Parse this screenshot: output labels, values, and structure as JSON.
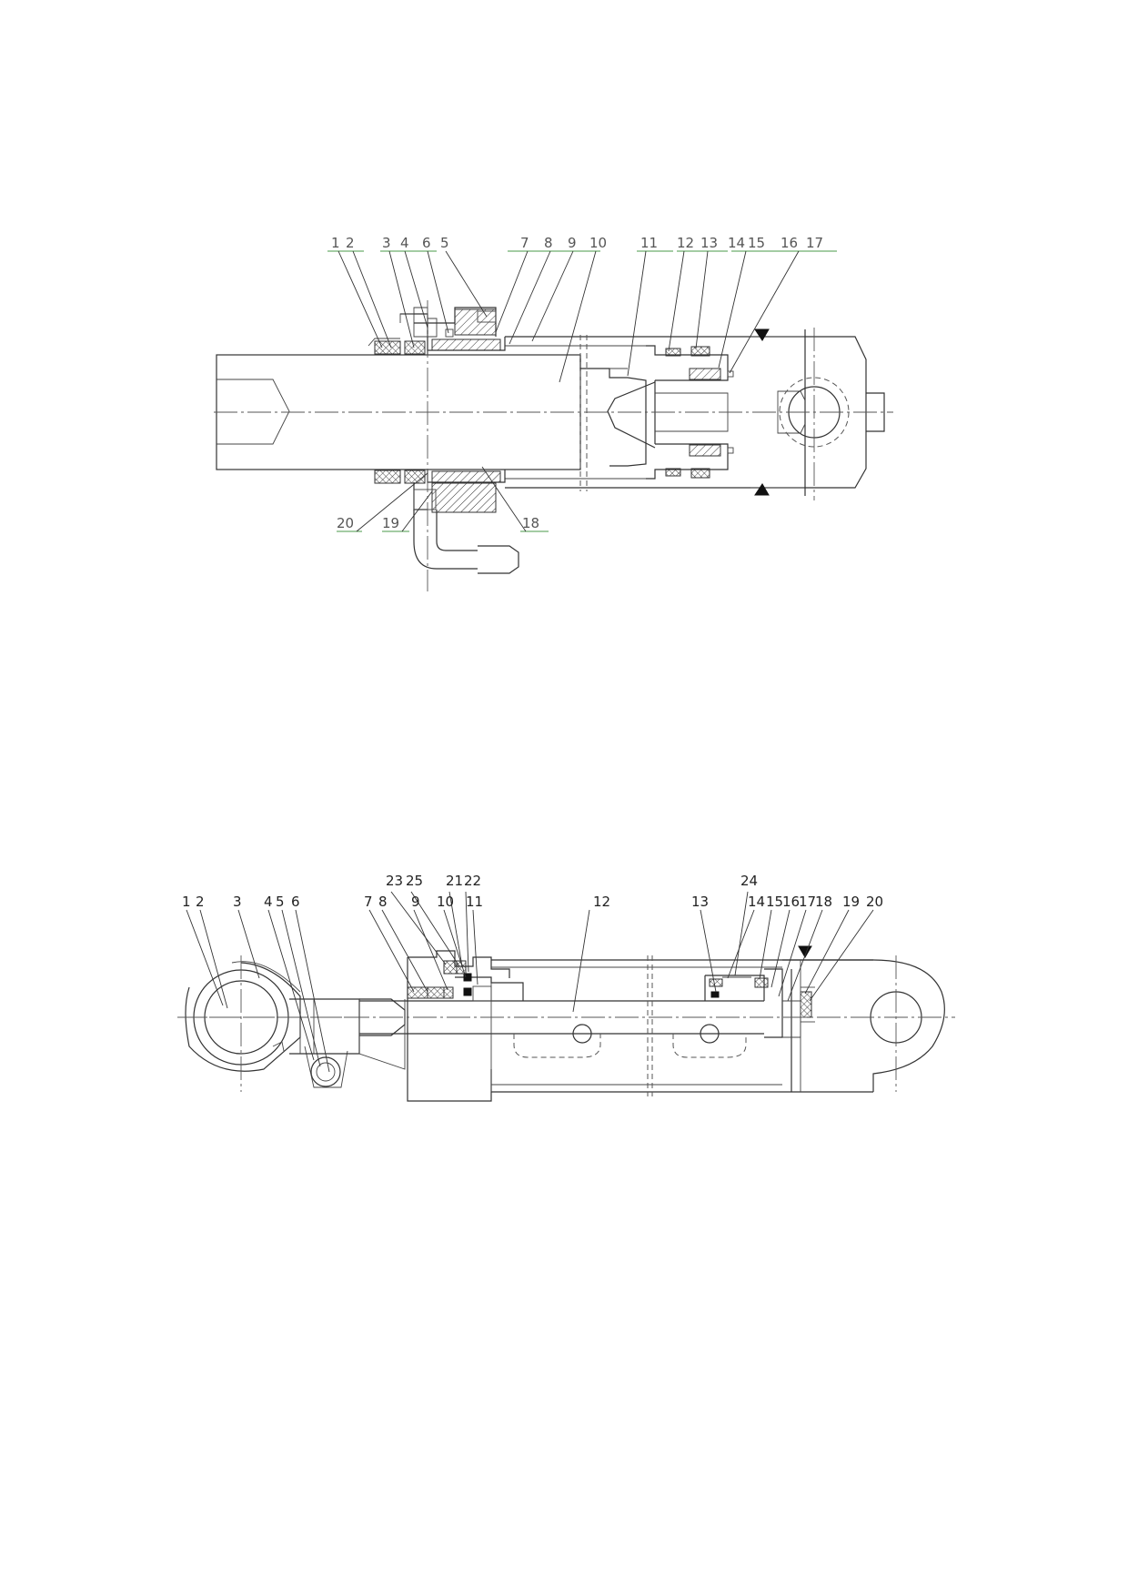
{
  "figure1": {
    "labels": [
      "1",
      "2",
      "3",
      "4",
      "6",
      "5",
      "7",
      "8",
      "9",
      "10",
      "11",
      "12",
      "13",
      "14",
      "15",
      "16",
      "17",
      "20",
      "19",
      "18"
    ]
  },
  "figure2": {
    "labels": [
      "23",
      "25",
      "21",
      "22",
      "24",
      "1",
      "2",
      "3",
      "4",
      "5",
      "6",
      "7",
      "8",
      "9",
      "10",
      "11",
      "12",
      "13",
      "14",
      "15",
      "16",
      "17",
      "18",
      "19",
      "20"
    ]
  },
  "colors": {
    "line": "#333333",
    "label_underline": "#4a9a4a"
  }
}
